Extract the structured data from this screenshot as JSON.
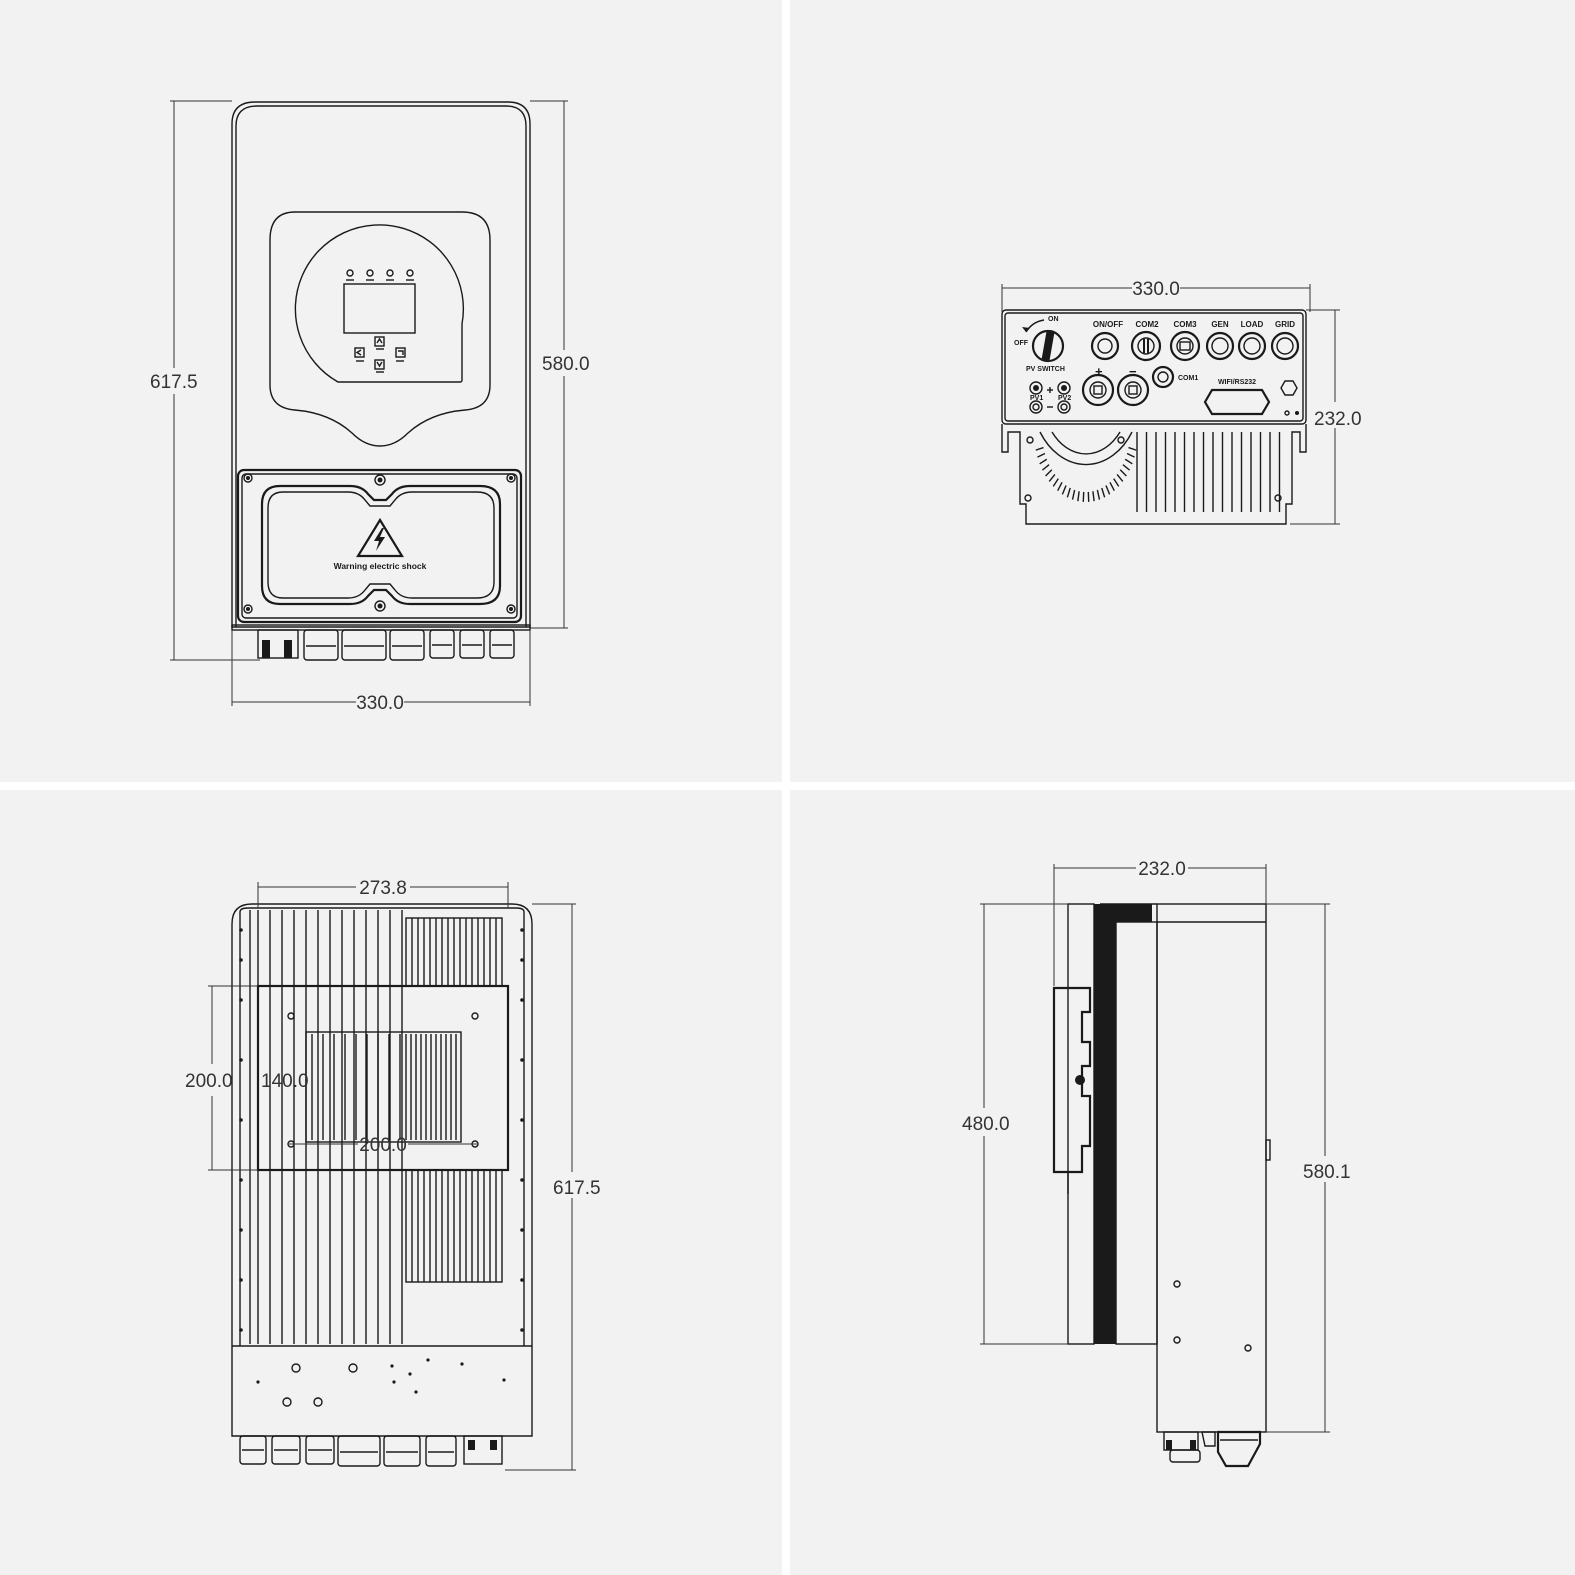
{
  "views": {
    "front": {
      "height_total": "617.5",
      "height_body": "580.0",
      "width": "330.0",
      "warning_text": "Warning electric shock"
    },
    "bottom": {
      "width": "330.0",
      "depth": "232.0",
      "ports": {
        "switch_on": "ON",
        "switch_off": "OFF",
        "on_off": "ON/OFF",
        "com2": "COM2",
        "com3": "COM3",
        "gen": "GEN",
        "load": "LOAD",
        "grid": "GRID",
        "pv_switch": "PV SWITCH",
        "pv1": "PV1",
        "pv2": "PV2",
        "plus": "+",
        "minus": "−",
        "com1": "COM1",
        "wifi": "WIFI/RS232"
      }
    },
    "back": {
      "fin_width": "273.8",
      "bracket_height": "200.0",
      "inner_height": "140.0",
      "hole_spacing": "200.0",
      "height_total": "617.5"
    },
    "side": {
      "depth": "232.0",
      "bracket_height": "480.0",
      "height_body": "580.1"
    }
  }
}
